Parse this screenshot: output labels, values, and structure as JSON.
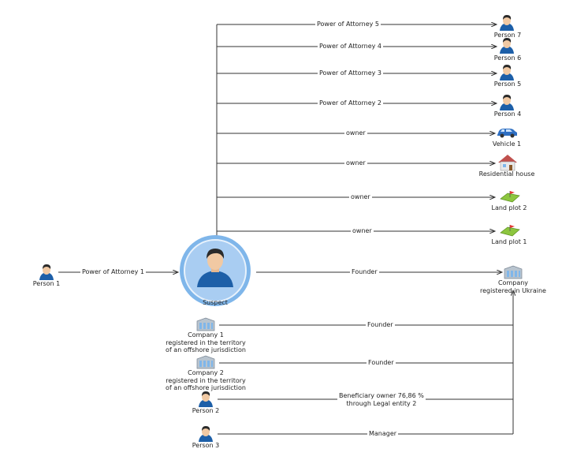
{
  "nodes": {
    "suspect": {
      "label": "Suspect",
      "icon": "person-icon"
    },
    "person1": {
      "label": "Person 1",
      "icon": "person-icon"
    },
    "person7": {
      "label": "Person 7",
      "icon": "person-icon"
    },
    "person6": {
      "label": "Person 6",
      "icon": "person-icon"
    },
    "person5": {
      "label": "Person 5",
      "icon": "person-icon"
    },
    "person4": {
      "label": "Person 4",
      "icon": "person-icon"
    },
    "vehicle1": {
      "label": "Vehicle 1",
      "icon": "car-icon"
    },
    "house": {
      "label": "Residential house",
      "icon": "house-icon"
    },
    "land2": {
      "label": "Land plot 2",
      "icon": "land-plot-icon"
    },
    "land1": {
      "label": "Land plot 1",
      "icon": "land-plot-icon"
    },
    "company_ua": {
      "label": "Company\nregistered in Ukraine",
      "icon": "building-icon"
    },
    "company1": {
      "label": "Company 1\nregistered in the territory\nof an offshore jurisdiction",
      "icon": "building-icon"
    },
    "company2": {
      "label": "Company 2\nregistered in the territory\nof an offshore jurisdiction",
      "icon": "building-icon"
    },
    "person2": {
      "label": "Person 2",
      "icon": "person-icon"
    },
    "person3": {
      "label": "Person 3",
      "icon": "person-icon"
    }
  },
  "edges": {
    "poa5": "Power of Attorney 5",
    "poa4": "Power of Attorney 4",
    "poa3": "Power of Attorney 3",
    "poa2": "Power of Attorney 2",
    "owner_vehicle": "owner",
    "owner_house": "owner",
    "owner_land2": "owner",
    "owner_land1": "owner",
    "poa1": "Power of Attorney 1",
    "founder_suspect": "Founder",
    "founder_c1": "Founder",
    "founder_c2": "Founder",
    "beneficiary": "Beneficiary owner 76,86 %\nthrough Legal entity 2",
    "manager": "Manager"
  },
  "colors": {
    "line": "#333333",
    "suspect_ring": "#7fb6ea",
    "suspect_fill": "#a9cdf2",
    "person_shirt": "#1d5fa8",
    "person_skin": "#f1c9a3",
    "person_hair": "#2a2a2a"
  }
}
